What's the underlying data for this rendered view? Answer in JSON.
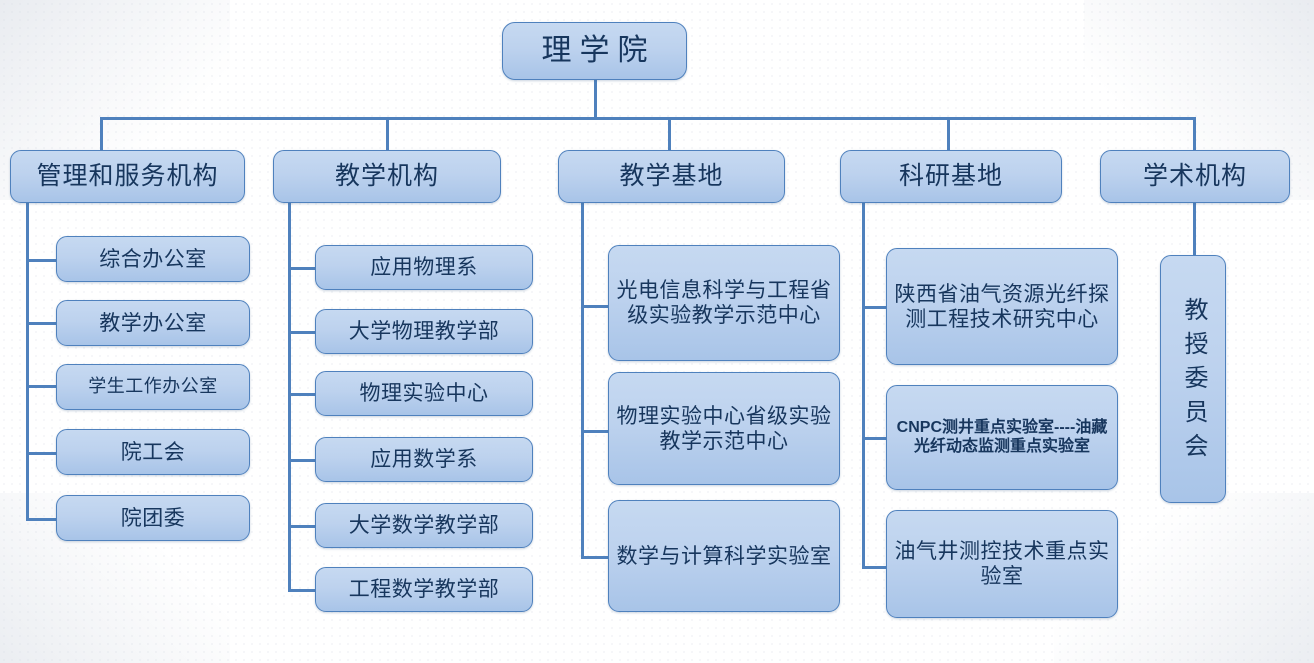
{
  "diagram": {
    "title_text": "理学院",
    "type": "organization-chart",
    "colors": {
      "node_fill_top": "#c6d9f1",
      "node_fill_bottom": "#a8c4e8",
      "node_border": "#4f81bd",
      "connector": "#4f81bd",
      "text": "#17365d",
      "background": "#ffffff"
    }
  },
  "root": {
    "label": "理学院"
  },
  "branches": [
    {
      "key": "management",
      "label": "管理和服务机构",
      "children": [
        {
          "label": "综合办公室"
        },
        {
          "label": "教学办公室"
        },
        {
          "label": "学生工作办公室"
        },
        {
          "label": "院工会"
        },
        {
          "label": "院团委"
        }
      ]
    },
    {
      "key": "teaching-org",
      "label": "教学机构",
      "children": [
        {
          "label": "应用物理系"
        },
        {
          "label": "大学物理教学部"
        },
        {
          "label": "物理实验中心"
        },
        {
          "label": "应用数学系"
        },
        {
          "label": "大学数学教学部"
        },
        {
          "label": "工程数学教学部"
        }
      ]
    },
    {
      "key": "teaching-base",
      "label": "教学基地",
      "children": [
        {
          "label": "光电信息科学与工程省级实验教学示范中心"
        },
        {
          "label": "物理实验中心省级实验教学示范中心"
        },
        {
          "label": "数学与计算科学实验室"
        }
      ]
    },
    {
      "key": "research-base",
      "label": "科研基地",
      "children": [
        {
          "label": "陕西省油气资源光纤探测工程技术研究中心"
        },
        {
          "label": "CNPC测井重点实验室----油藏光纤动态监测重点实验室"
        },
        {
          "label": "油气井测控技术重点实验室"
        }
      ]
    },
    {
      "key": "academic-org",
      "label": "学术机构",
      "children": [
        {
          "label": "教授委员会"
        }
      ]
    }
  ]
}
